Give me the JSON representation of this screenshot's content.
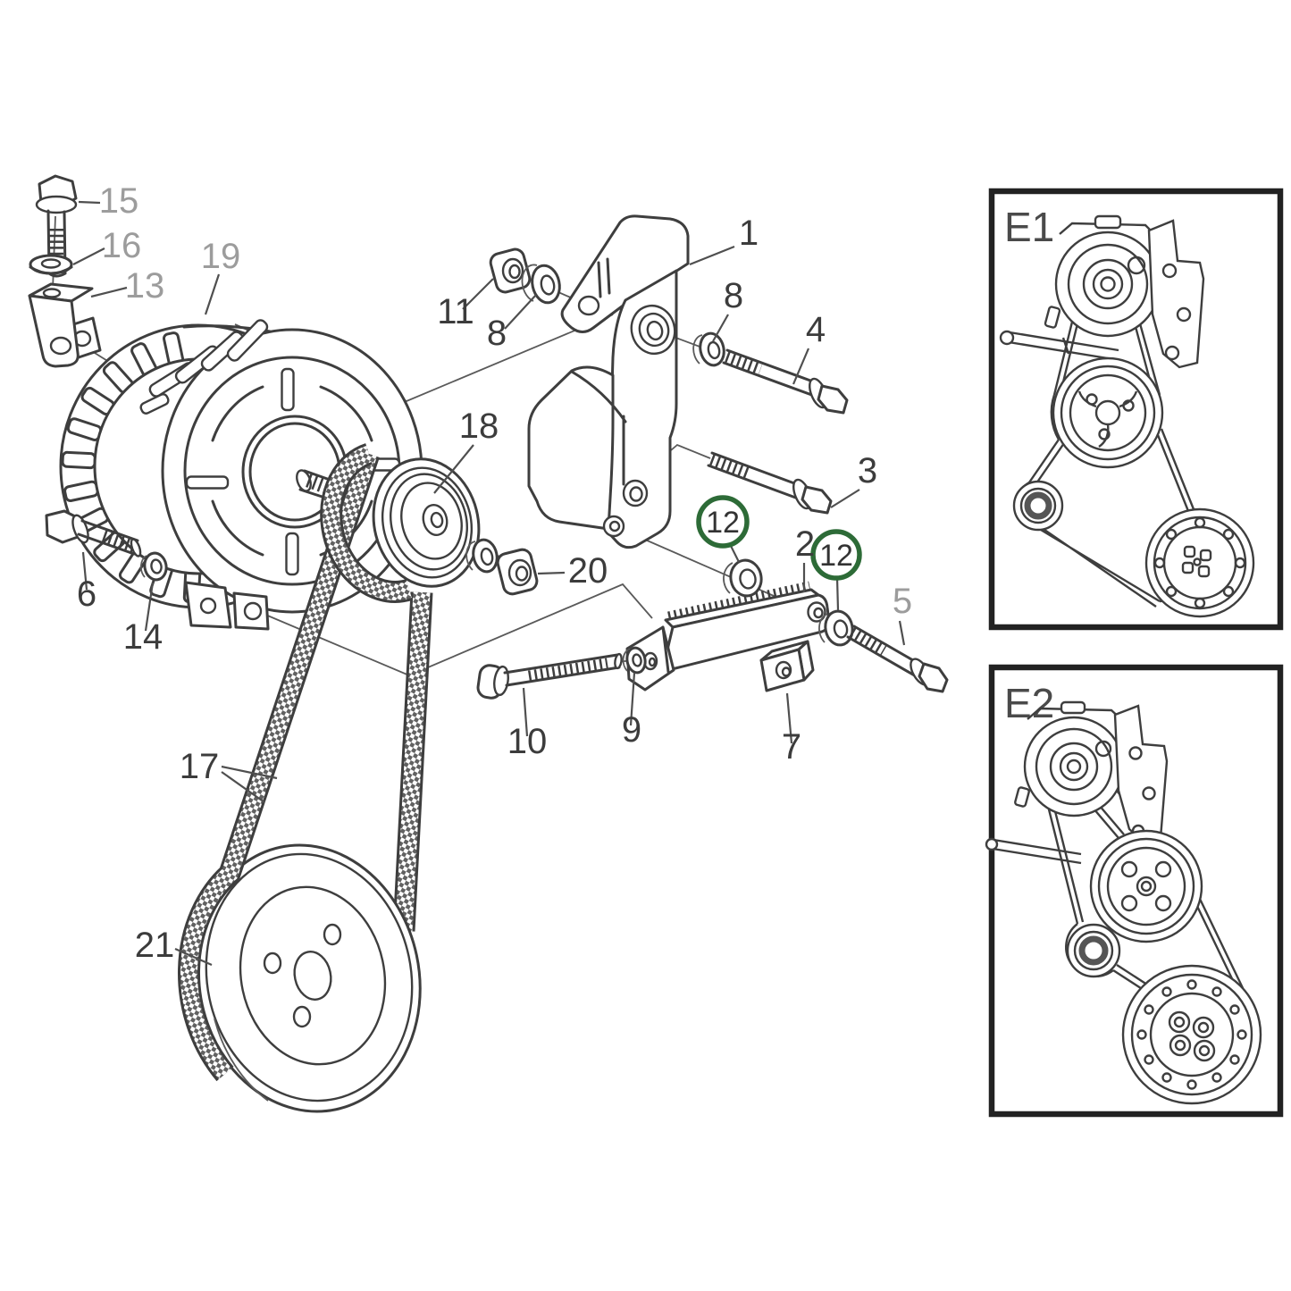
{
  "figure": {
    "type": "exploded-parts-diagram",
    "subject": "Alternator mounting bracket, fasteners and drive belt assembly with two belt-routing inset views",
    "colors": {
      "line": "#3e3e3e",
      "label_dark": "#3c3c3c",
      "label_muted": "#9c9c9c",
      "highlight_green": "#2d6b37",
      "background": "#ffffff"
    },
    "labels": {
      "l1": "1",
      "l2": "2",
      "l3": "3",
      "l4": "4",
      "l5": "5",
      "l6": "6",
      "l7": "7",
      "l8a": "8",
      "l8b": "8",
      "l9": "9",
      "l10": "10",
      "l11": "11",
      "l13": "13",
      "l14": "14",
      "l15": "15",
      "l16": "16",
      "l17": "17",
      "l18": "18",
      "l19": "19",
      "l20": "20",
      "l21": "21",
      "circled_a": "12",
      "circled_b": "12"
    },
    "insets": {
      "e1": "E1",
      "e2": "E2"
    }
  }
}
